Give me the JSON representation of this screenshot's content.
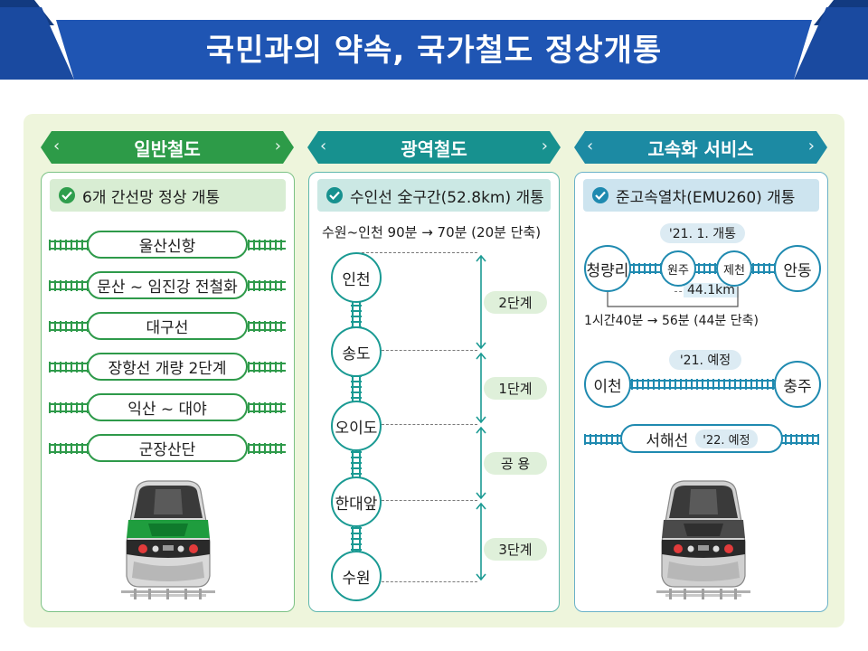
{
  "title": "국민과의 약속, 국가철도 정상개통",
  "columns": {
    "general": {
      "header": "일반철도",
      "summary": "6개 간선망 정상 개통",
      "lines": [
        "울산신항",
        "문산 ~ 임진강 전철화",
        "대구선",
        "장항선 개량 2단계",
        "익산 ~ 대야",
        "군장산단"
      ]
    },
    "metro": {
      "header": "광역철도",
      "summary": "수인선 全구간(52.8km) 개통",
      "time_note": "수원~인천 90분 → 70분 (20분 단축)",
      "stations": [
        "인천",
        "송도",
        "오이도",
        "한대앞",
        "수원"
      ],
      "stages": [
        "2단계",
        "1단계",
        "공 용",
        "3단계"
      ]
    },
    "highspeed": {
      "header": "고속화 서비스",
      "summary": "준고속열차(EMU260) 개통",
      "route1": {
        "date": "'21. 1. 개통",
        "from": "청량리",
        "via": [
          "원주",
          "제천"
        ],
        "to": "안동",
        "distance": "44.1km",
        "time_note": "1시간40분 → 56분 (44분 단축)"
      },
      "route2": {
        "date": "'21. 예정",
        "from": "이천",
        "to": "충주"
      },
      "route3": {
        "name": "서해선",
        "date": "'22. 예정"
      }
    }
  },
  "colors": {
    "banner": "#1a4aa0",
    "general": "#2d9b48",
    "metro": "#17918f",
    "highspeed": "#1c8aa3"
  }
}
